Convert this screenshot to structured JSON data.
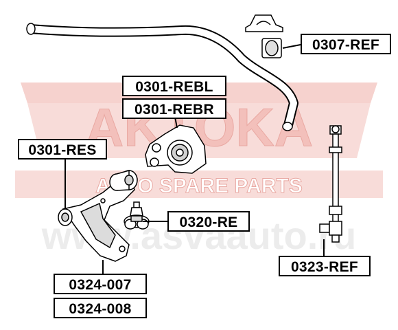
{
  "watermark": {
    "brand": "AKTOKA",
    "tagline": "AUTO SPARE PARTS",
    "website": "www.asvaauto.ru",
    "color": "#f3c0bb"
  },
  "labels": {
    "stabilizer_bushing": "0307-REF",
    "arm_bushing_left": "0301-REBL",
    "arm_bushing_right": "0301-REBR",
    "arm_bushing_front": "0301-RES",
    "ball_joint": "0320-RE",
    "stabilizer_link": "0323-REF",
    "lower_arm_left": "0324-007",
    "lower_arm_right": "0324-008"
  },
  "colors": {
    "line": "#000000",
    "part_fill": "#ffffff",
    "part_shade": "#c8c8c8"
  }
}
